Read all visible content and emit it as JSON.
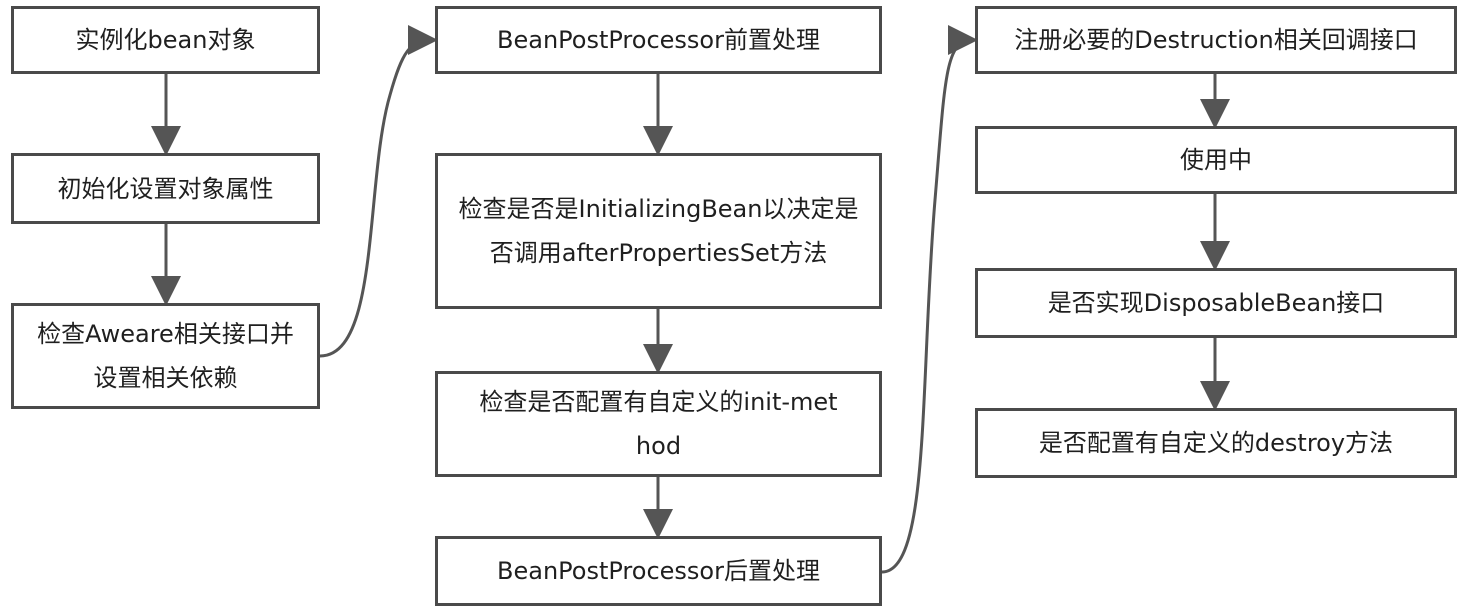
{
  "diagram": {
    "nodes": [
      {
        "id": "n1",
        "label": "实例化bean对象"
      },
      {
        "id": "n2",
        "label": "初始化设置对象属性"
      },
      {
        "id": "n3",
        "label": "检查Aweare相关接口并设置相关依赖"
      },
      {
        "id": "n4",
        "label": "BeanPostProcessor前置处理"
      },
      {
        "id": "n5",
        "label": "检查是否是InitializingBean以决定是否调用afterPropertiesSet方法"
      },
      {
        "id": "n6",
        "label": "检查是否配置有自定义的init-method"
      },
      {
        "id": "n7",
        "label": "BeanPostProcessor后置处理"
      },
      {
        "id": "n8",
        "label": "注册必要的Destruction相关回调接口"
      },
      {
        "id": "n9",
        "label": "使用中"
      },
      {
        "id": "n10",
        "label": "是否实现DisposableBean接口"
      },
      {
        "id": "n11",
        "label": "是否配置有自定义的destroy方法"
      }
    ],
    "edges": [
      {
        "from": "n1",
        "to": "n2"
      },
      {
        "from": "n2",
        "to": "n3"
      },
      {
        "from": "n3",
        "to": "n4"
      },
      {
        "from": "n4",
        "to": "n5"
      },
      {
        "from": "n5",
        "to": "n6"
      },
      {
        "from": "n6",
        "to": "n7"
      },
      {
        "from": "n7",
        "to": "n8"
      },
      {
        "from": "n8",
        "to": "n9"
      },
      {
        "from": "n9",
        "to": "n10"
      },
      {
        "from": "n10",
        "to": "n11"
      }
    ],
    "colors": {
      "stroke": "#4a4a4a",
      "arrow": "#555555",
      "text": "#1f1f1f",
      "background": "#ffffff"
    }
  }
}
